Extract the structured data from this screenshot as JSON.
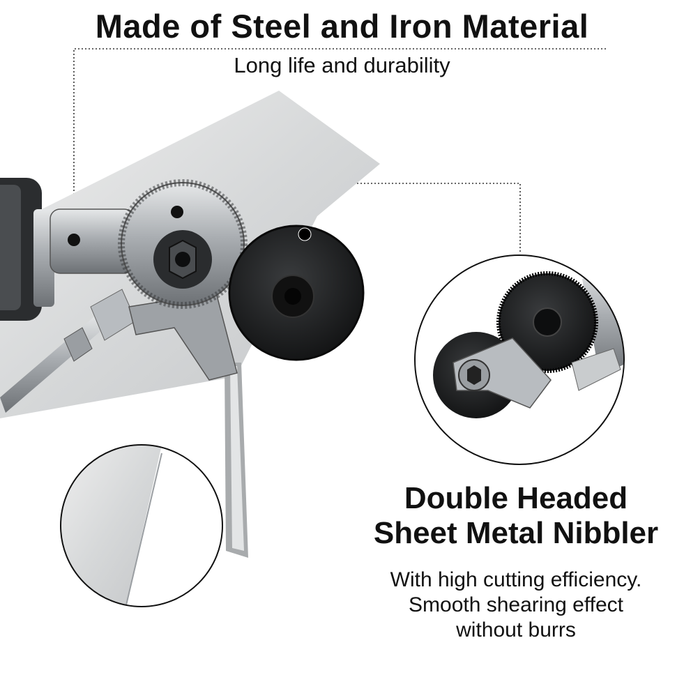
{
  "header": {
    "title": "Made of Steel and Iron Material",
    "subtitle": "Long life and durability"
  },
  "feature": {
    "title_line1": "Double Headed",
    "title_line2": "Sheet Metal Nibbler",
    "desc_line1": "With high cutting efficiency.",
    "desc_line2": "Smooth shearing effect",
    "desc_line3": "without burrs"
  },
  "colors": {
    "text": "#111111",
    "steel": "#bfc3c6",
    "steel_dark": "#6e7276",
    "wheel": "#1d1f21",
    "sheet": "#d9dbdc"
  }
}
